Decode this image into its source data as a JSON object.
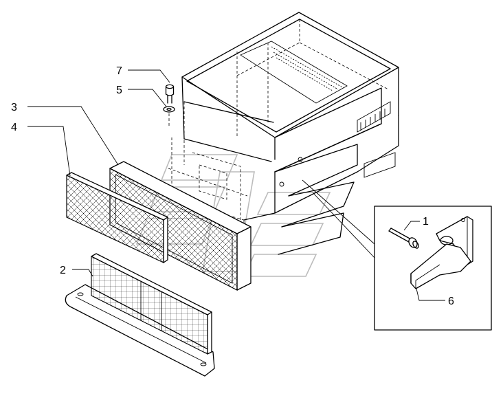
{
  "callouts": [
    {
      "id": "1",
      "label": "1"
    },
    {
      "id": "2",
      "label": "2"
    },
    {
      "id": "3",
      "label": "3"
    },
    {
      "id": "4",
      "label": "4"
    },
    {
      "id": "5",
      "label": "5"
    },
    {
      "id": "6",
      "label": "6"
    },
    {
      "id": "7",
      "label": "7"
    }
  ],
  "colors": {
    "line": "#000000",
    "background": "#ffffff",
    "watermark": "#bcbcbc"
  }
}
